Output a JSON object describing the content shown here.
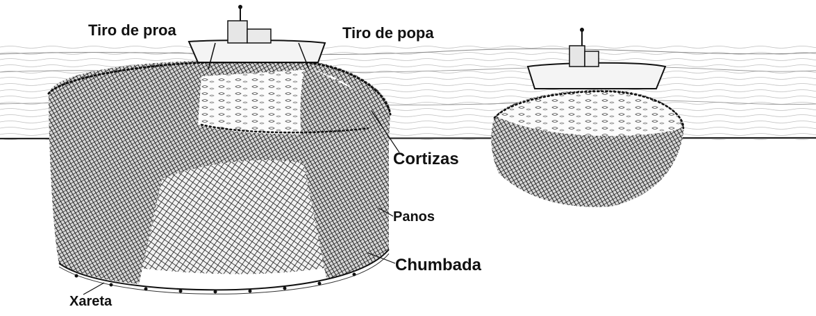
{
  "labels": {
    "tiro_de_proa": "Tiro de proa",
    "tiro_de_popa": "Tiro de popa",
    "cortizas": "Cortizas",
    "panos": "Panos",
    "chumbada": "Chumbada",
    "xareta": "Xareta"
  },
  "colors": {
    "ink": "#111111",
    "net": "#1a1a1a",
    "water_line": "#666666",
    "background": "#ffffff"
  }
}
